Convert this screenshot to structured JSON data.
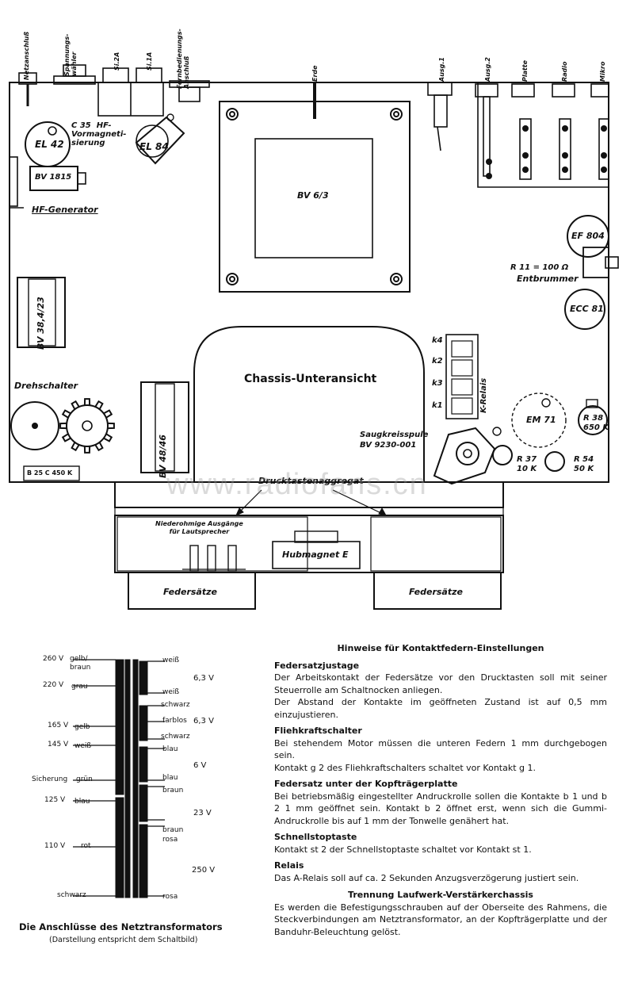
{
  "chassis": {
    "title": "Chassis-Unteransicht",
    "top_labels": {
      "netzanschluss": "Netzanschluß",
      "spannungswaehler": "Spannungs-\nwähler",
      "si2a": "Si.2A",
      "si1a": "Si.1A",
      "fernbedienung": "Fernbedienungs-\nAnschluß",
      "erde": "Erde",
      "ausg1": "Ausg.1",
      "ausg2": "Ausg.2",
      "platte": "Platte",
      "radio": "Radio",
      "mikro": "Mikro"
    },
    "c35_label": "C 35  HF-\nVormagneti-\nsierung",
    "el42": "EL 42",
    "el84": "EL 84",
    "bv1815": "BV 1815",
    "hf_generator": "HF-Generator",
    "bv63": "BV 6/3",
    "ef804": "EF 804",
    "r11": "R 11 = 100 Ω",
    "entbrummer": "Entbrummer",
    "ecc81": "ECC 81",
    "bv384": "BV 38,4/23",
    "k_relais": "K-Relais",
    "k_labels": [
      "k4",
      "k2",
      "k3",
      "k1"
    ],
    "drehschalter": "Drehschalter",
    "bv4846": "BV 48/46",
    "b25": "B 25 C 450 K",
    "em71": "EM 71",
    "r38": "R 38\n650 K",
    "saugkreis": "Saugkreisspule\nBV 9230-001",
    "r37": "R 37\n10 K",
    "r54": "R 54\n50 K",
    "drucktasten": "Drucktastenaggregat",
    "niederohmig": "Niederohmige Ausgänge\nfür Lautsprecher",
    "hubmagnet": "Hubmagnet E",
    "federsaetze_left": "Federsätze",
    "federsaetze_right": "Federsätze",
    "watermark": "www.radiofans.cn"
  },
  "transformer": {
    "title": "Die Anschlüsse des Netztransformators",
    "subtitle": "(Darstellung entspricht dem Schaltbild)",
    "left": [
      {
        "v": "260 V",
        "c": "gelb/\nbraun"
      },
      {
        "v": "220 V",
        "c": "grau"
      },
      {
        "v": "165 V",
        "c": "gelb"
      },
      {
        "v": "145 V",
        "c": "weiß"
      },
      {
        "v": "Sicherung",
        "c": "grün"
      },
      {
        "v": "125 V",
        "c": "blau"
      },
      {
        "v": "110 V",
        "c": "rot"
      },
      {
        "v": "",
        "c": "schwarz"
      }
    ],
    "right": [
      "weiß",
      "weiß",
      "schwarz",
      "farblos",
      "schwarz",
      "blau",
      "blau",
      "braun",
      "braun",
      "rosa",
      "rosa"
    ],
    "voltages": [
      "6,3 V",
      "6,3 V",
      "6 V",
      "23 V",
      "250 V"
    ]
  },
  "notes": {
    "heading": "Hinweise für Kontaktfedern-Einstellungen",
    "sections": [
      {
        "title": "Federsatzjustage",
        "text": "Der Arbeitskontakt der Federsätze vor den Drucktasten soll mit seiner Steuerrolle am Schaltnocken anliegen.\nDer Abstand der Kontakte im geöffneten Zustand ist auf 0,5 mm einzujustieren."
      },
      {
        "title": "Fliehkraftschalter",
        "text": "Bei stehendem Motor müssen die unteren Federn 1 mm durchgebogen sein.\nKontakt g 2 des Fliehkraftschalters schaltet vor Kontakt g 1."
      },
      {
        "title": "Federsatz unter der Kopfträgerplatte",
        "text": "Bei betriebsmäßig eingestellter Andruckrolle sollen die Kontakte b 1 und b 2 1 mm geöffnet sein. Kontakt b 2 öffnet erst, wenn sich die Gummi-Andruckrolle bis auf 1 mm der Tonwelle genähert hat."
      },
      {
        "title": "Schnellstoptaste",
        "text": "Kontakt st 2 der Schnellstoptaste schaltet vor Kontakt st 1."
      },
      {
        "title": "Relais",
        "text": "Das A-Relais soll auf ca. 2 Sekunden Anzugsverzögerung justiert sein."
      }
    ],
    "final_heading": "Trennung Laufwerk-Verstärkerchassis",
    "final_text": "Es werden die Befestigungsschrauben auf der Oberseite des Rahmens, die Steckverbindungen am Netztransformator, an der Kopfträgerplatte und der Banduhr-Beleuchtung gelöst."
  }
}
